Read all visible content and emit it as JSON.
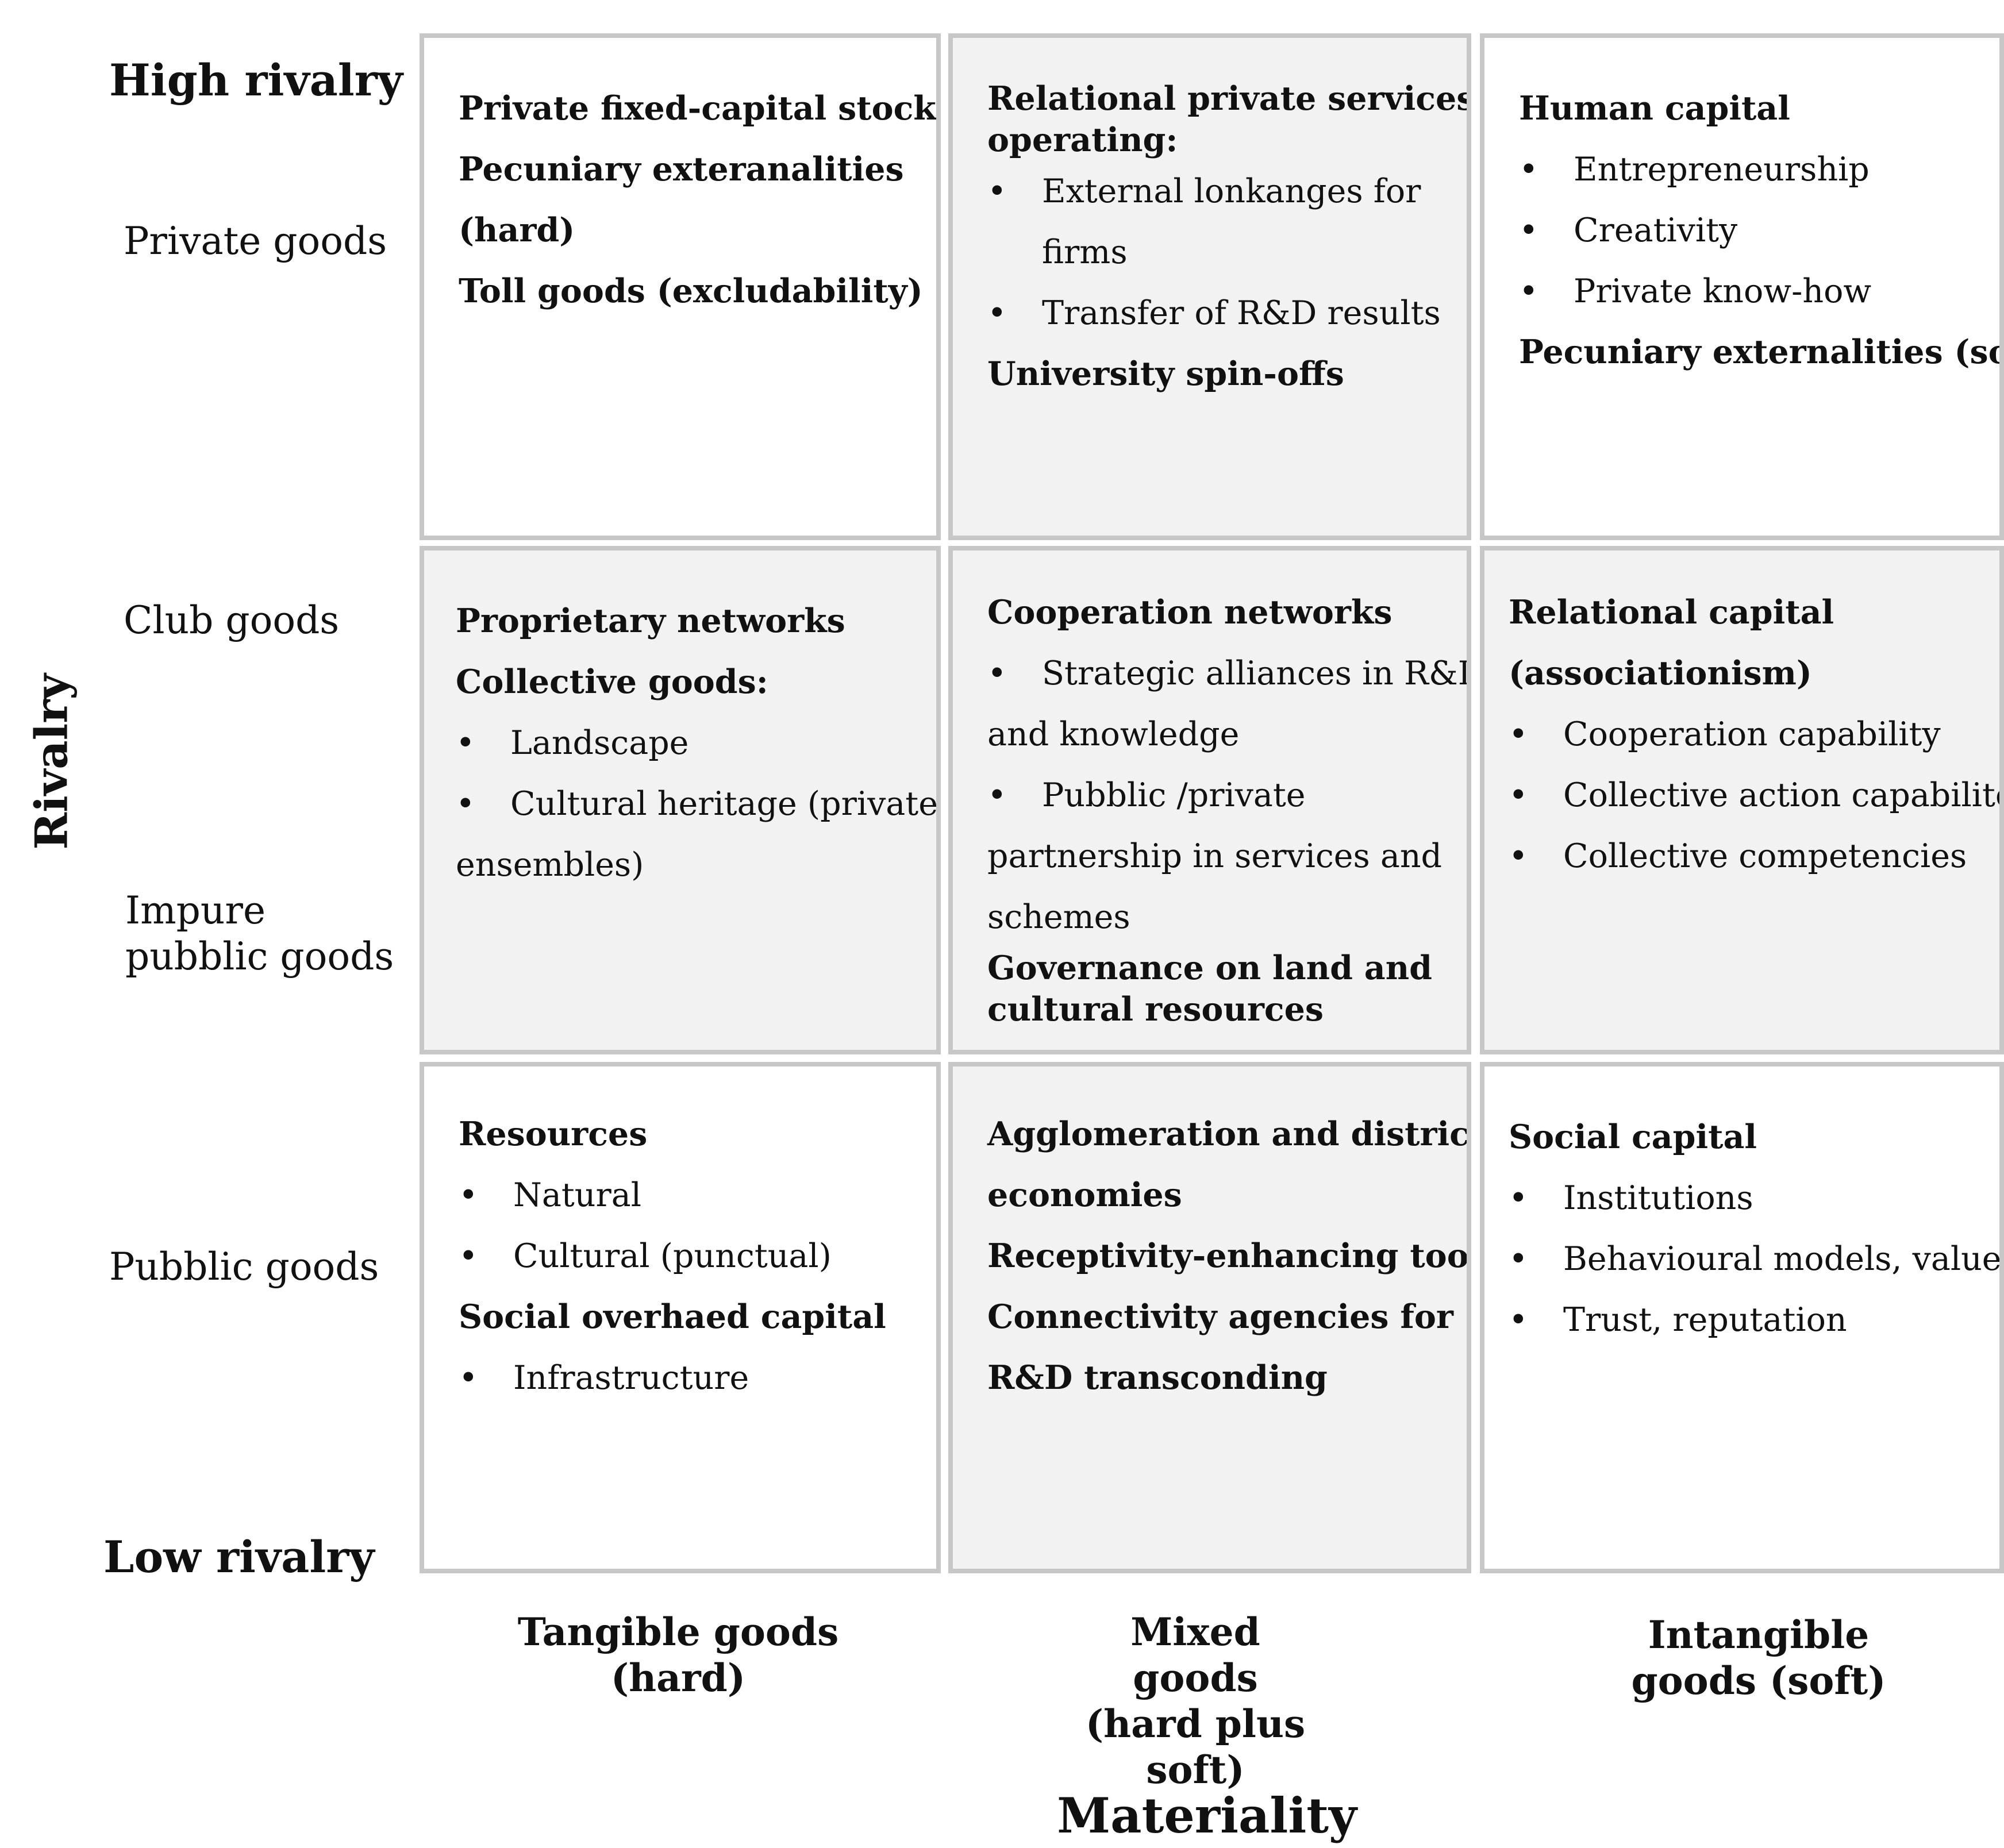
{
  "axes": {
    "vertical_title": "Rivalry",
    "horizontal_title": "Materiality",
    "high_label": "High rivalry",
    "low_label": "Low rivalry",
    "rows": [
      "Private goods",
      "Club goods",
      "Impure pubblic goods",
      "Pubblic goods"
    ],
    "columns": [
      "Tangible goods (hard)",
      "Mixed goods (hard plus soft)",
      "Intangible goods (soft)"
    ]
  },
  "cells": {
    "r1c1": {
      "l1": "Private fixed-capital stock",
      "l2": "Pecuniary exteranalities",
      "l3": "(hard)",
      "l4": "Toll goods (excludability)"
    },
    "r1c2": {
      "h1": "Relational private services",
      "h2": "operating:",
      "b1": "External lonkanges for",
      "b1b": "firms",
      "b2": "Transfer of R&D results",
      "l3": "University spin-offs"
    },
    "r1c3": {
      "h1": "Human capital",
      "b1": "Entrepreneurship",
      "b2": "Creativity",
      "b3": "Private know-how",
      "l2": "Pecuniary externalities (soft)"
    },
    "r2c1": {
      "h1": "Proprietary networks",
      "h2": "Collective goods:",
      "b1": "Landscape",
      "b2": "Cultural heritage (private",
      "b2b": "ensembles)"
    },
    "r2c2": {
      "h1": "Cooperation networks",
      "b1": "Strategic alliances in R&D",
      "b1b": "and knowledge",
      "b2": "Pubblic /private",
      "b2b": "partnership in services and",
      "b2c": "schemes",
      "l2": "Governance on land and",
      "l3": "cultural resources"
    },
    "r2c3": {
      "h1": "Relational capital",
      "h2": "(associationism)",
      "b1": "Cooperation capability",
      "b2": "Collective action capabilites",
      "b3": "Collective competencies"
    },
    "r3c1": {
      "h1": "Resources",
      "b1": "Natural",
      "b2": "Cultural (punctual)",
      "h2": "Social overhaed capital",
      "b3": "Infrastructure"
    },
    "r3c2": {
      "l1": "Agglomeration and district",
      "l2": "economies",
      "l3": "Receptivity-enhancing tools",
      "l4": "Connectivity agencies for",
      "l5": "R&D transconding"
    },
    "r3c3": {
      "h1": "Social capital",
      "b1": "Institutions",
      "b2": "Behavioural models, values",
      "b3": "Trust, reputation"
    }
  }
}
